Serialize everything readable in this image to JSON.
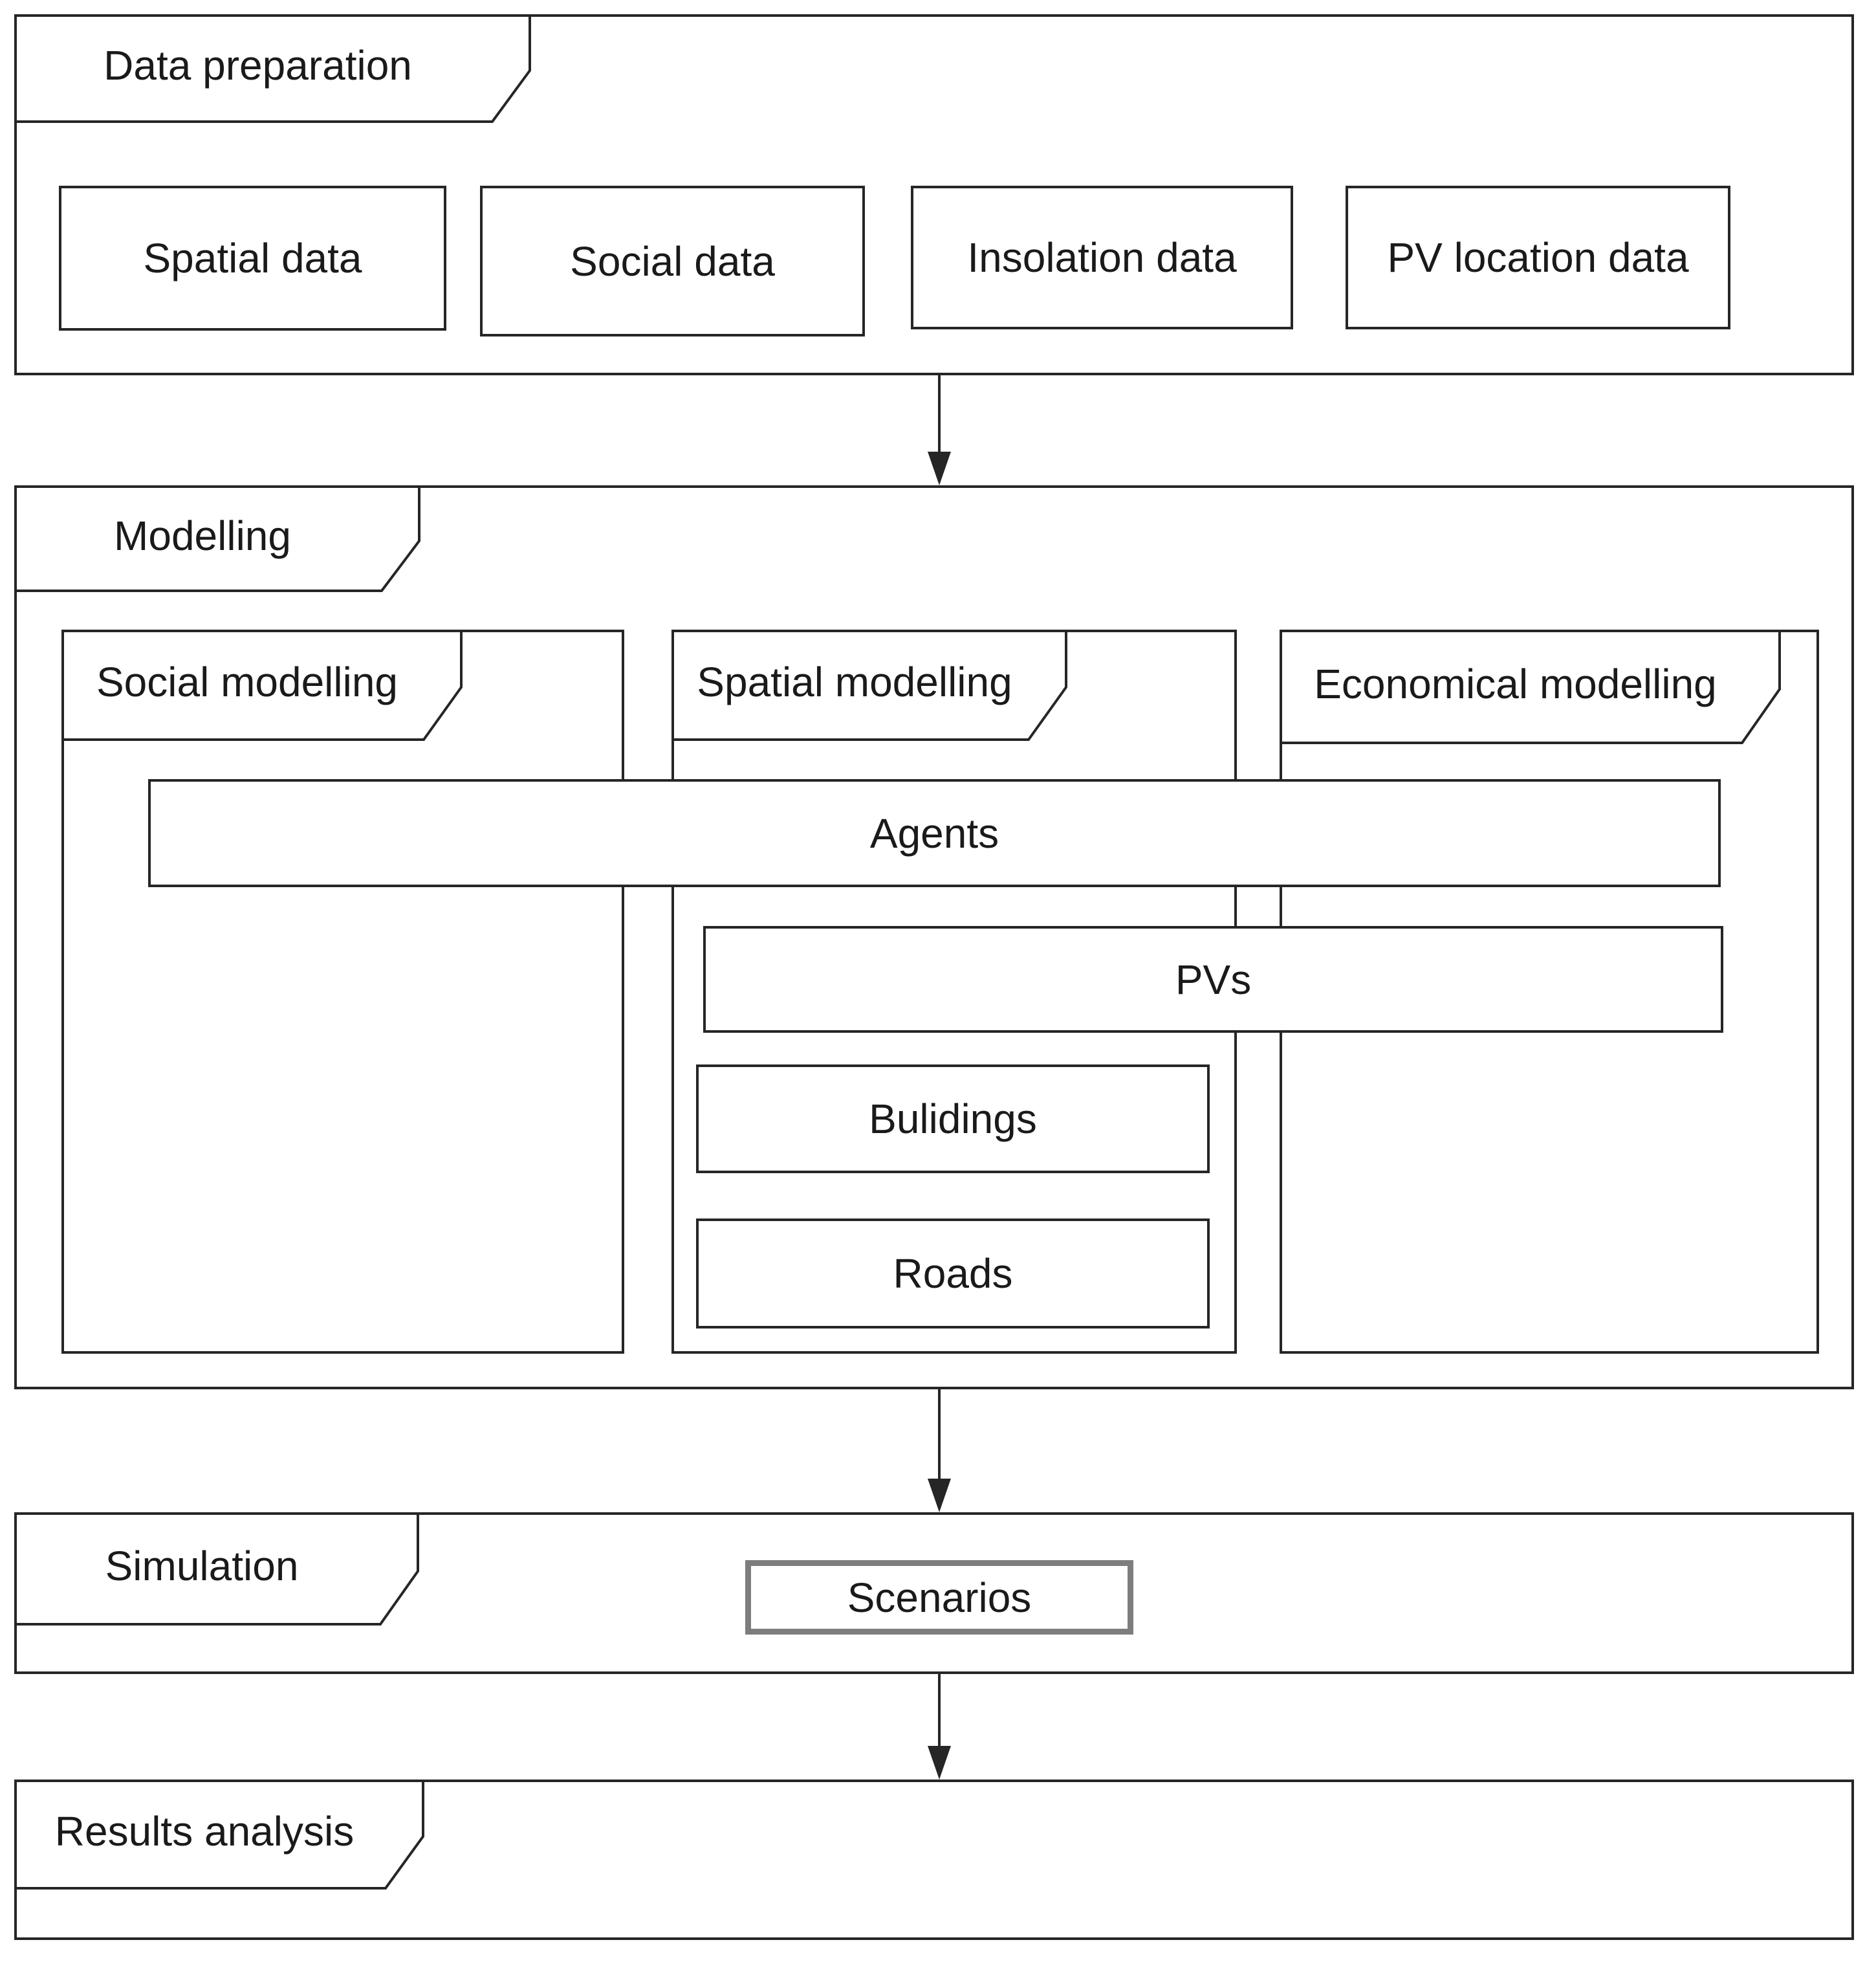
{
  "sections": {
    "data_preparation": {
      "label": "Data preparation",
      "boxes": [
        {
          "label": "Spatial data"
        },
        {
          "label": "Social data"
        },
        {
          "label": "Insolation data"
        },
        {
          "label": "PV location data"
        }
      ]
    },
    "modelling": {
      "label": "Modelling",
      "subsections": [
        {
          "label": "Social modelling"
        },
        {
          "label": "Spatial modelling"
        },
        {
          "label": "Economical modelling"
        }
      ],
      "boxes": [
        {
          "label": "Agents"
        },
        {
          "label": "PVs"
        },
        {
          "label": "Bulidings"
        },
        {
          "label": "Roads"
        }
      ]
    },
    "simulation": {
      "label": "Simulation",
      "boxes": [
        {
          "label": "Scenarios"
        }
      ]
    },
    "results_analysis": {
      "label": "Results analysis"
    }
  },
  "colors": {
    "stroke": "#262626",
    "background": "#ffffff",
    "text": "#1a1a1a",
    "scenarios_border": "#7d7d7d"
  }
}
